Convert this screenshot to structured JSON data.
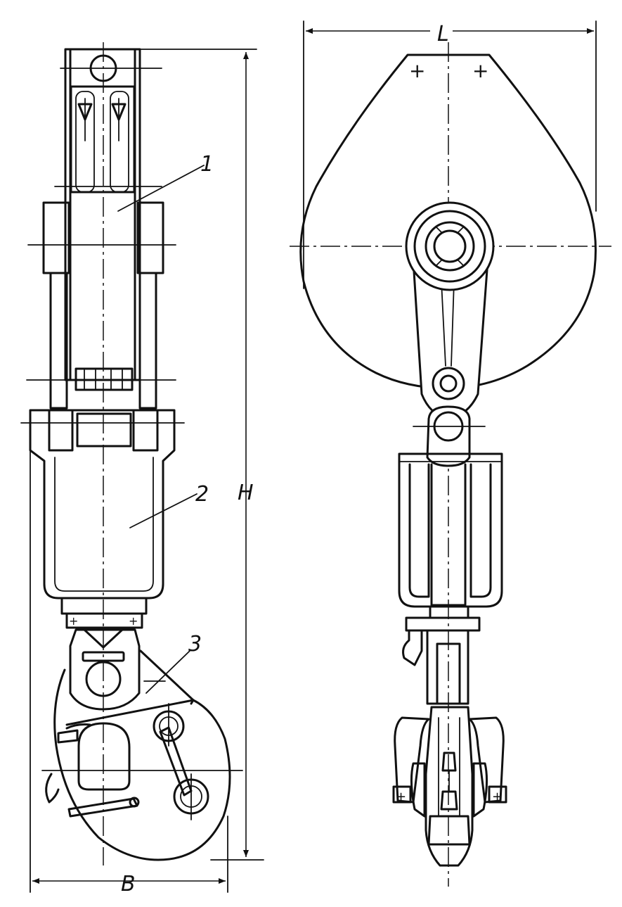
{
  "labels": {
    "part_1": "1",
    "part_2": "2",
    "part_3": "3",
    "dim_height": "H",
    "dim_width": "B",
    "dim_length": "L"
  },
  "colors": {
    "ink": "#111111",
    "paper": "#ffffff"
  }
}
